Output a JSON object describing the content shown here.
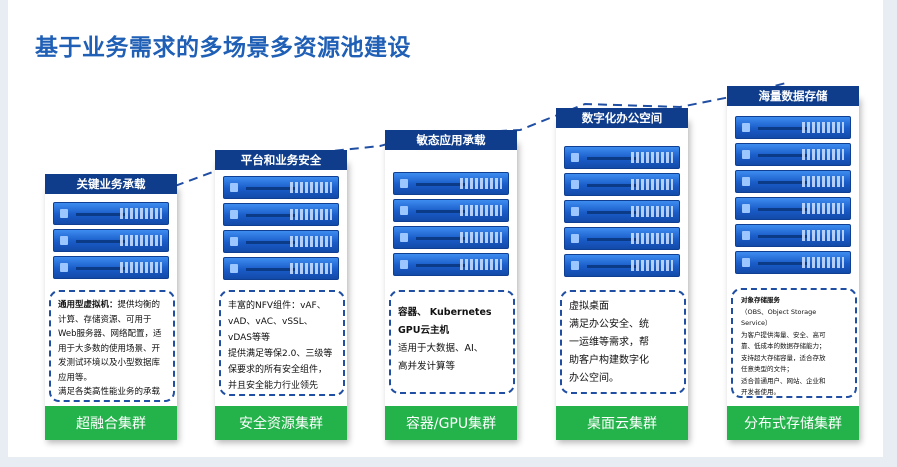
{
  "title": "基于业务需求的多场景多资源池建设",
  "columns": [
    {
      "header": "关键业务承载",
      "footer": "超融合集群",
      "desc_bold": "通用型虚拟机：",
      "desc_text": "提供均衡的计算、存储资源、可用于Web服务器、网络配置，适用于大多数的使用场景、开发测试环境以及小型数据库应用等。",
      "desc_cut": "满足各类高性能业务的承载"
    },
    {
      "header": "平台和业务安全",
      "footer": "安全资源集群",
      "lines": [
        "丰富的NFV组件：vAF、",
        "vAD、vAC、vSSL、",
        "vDAS等等",
        "提供满足等保2.0、三级等",
        "保要求的所有安全组件，",
        "并且安全能力行业领先"
      ]
    },
    {
      "header": "敏态应用承载",
      "footer": "容器/GPU集群",
      "line1_bold": "容器、 Kubernetes",
      "line2_bold": "GPU云主机",
      "line3": "适用于大数据、AI、",
      "line4": "高并发计算等"
    },
    {
      "header": "数字化办公空间",
      "footer": "桌面云集群",
      "lines": [
        "虚拟桌面",
        "满足办公安全、统",
        "一运维等需求，帮",
        "助客户构建数字化",
        "办公空间。"
      ]
    },
    {
      "header": "海量数据存储",
      "footer": "分布式存储集群",
      "desc_bold": "对象存储服务",
      "lines": [
        "（OBS、Object Storage",
        "Service）",
        "为客户提供海量、安全、高可",
        "靠、低成本的数据存储能力；",
        "支持超大存储容量，适合存放",
        "任意类型的文件；",
        "适合普通用户、网站、企业和",
        "开发者使用。"
      ]
    }
  ]
}
